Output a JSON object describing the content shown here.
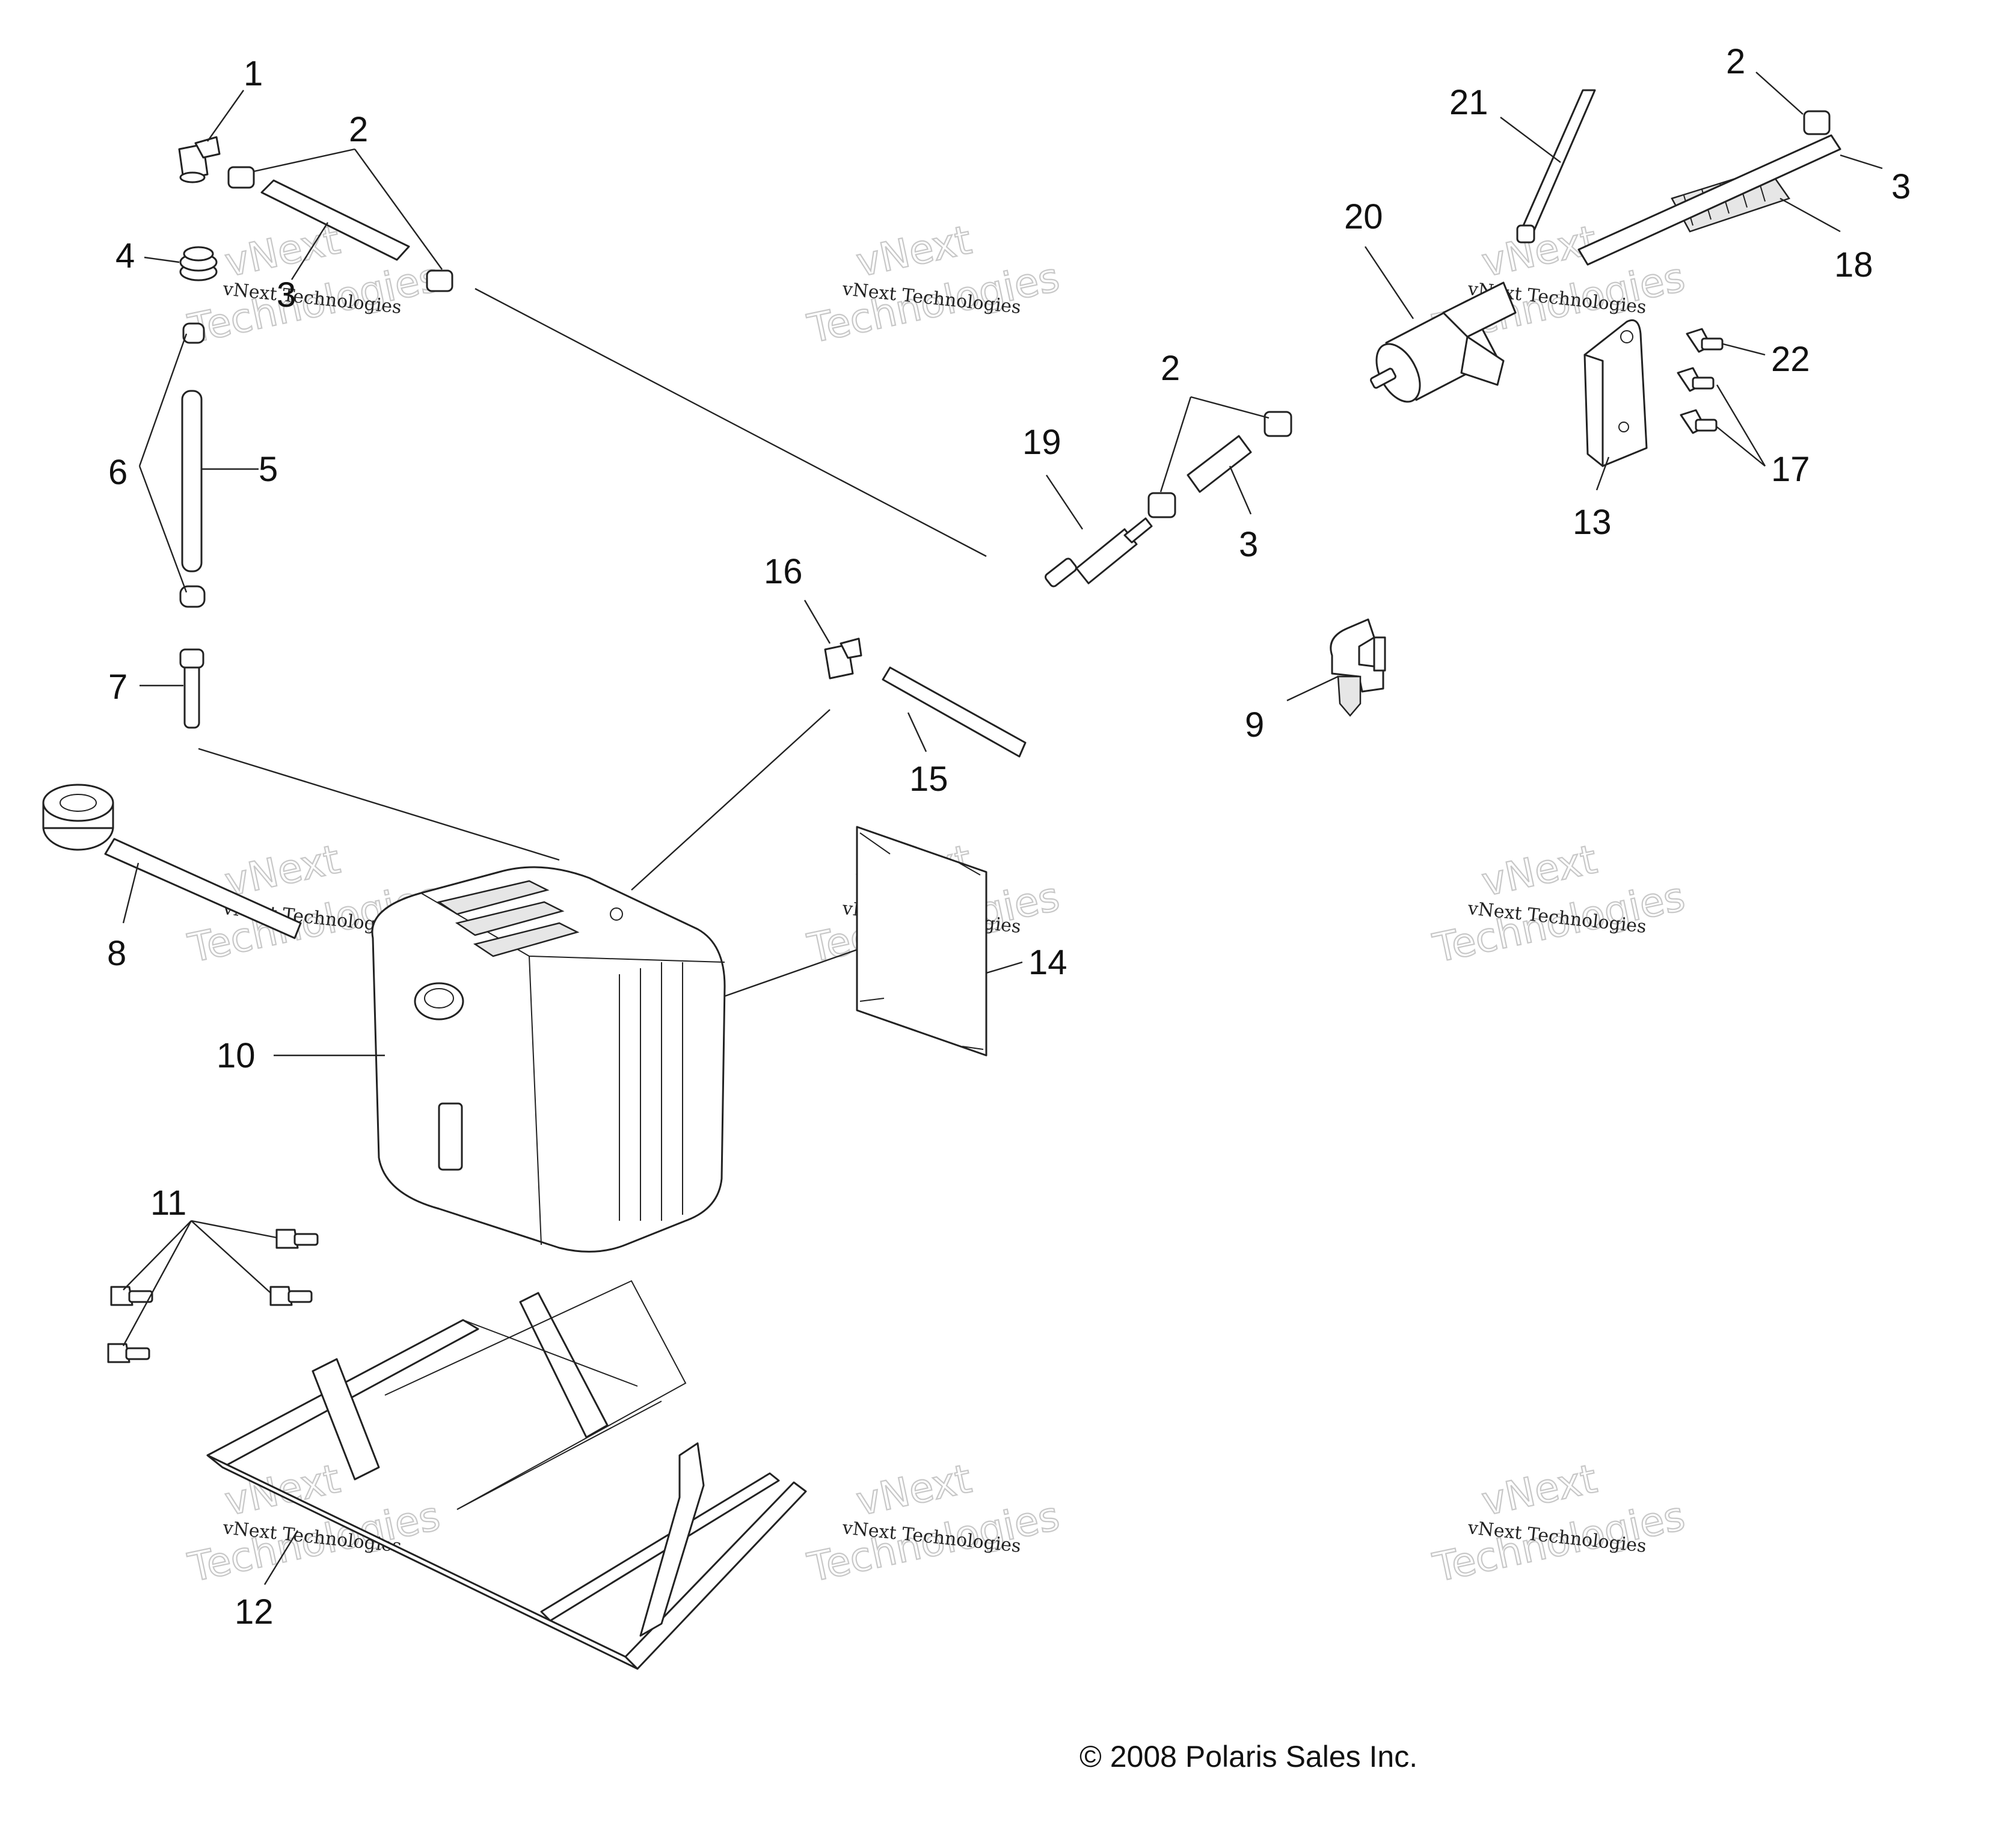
{
  "callouts": {
    "c1": "1",
    "c2a": "2",
    "c2b": "2",
    "c2c": "2",
    "c3a": "3",
    "c3b": "3",
    "c3c": "3",
    "c4": "4",
    "c5": "5",
    "c6": "6",
    "c7": "7",
    "c8": "8",
    "c9": "9",
    "c10": "10",
    "c11": "11",
    "c12": "12",
    "c13": "13",
    "c14": "14",
    "c15": "15",
    "c16": "16",
    "c17": "17",
    "c18": "18",
    "c19": "19",
    "c20": "20",
    "c21": "21",
    "c22": "22"
  },
  "watermark": {
    "line1": "vNext",
    "line2": "Technologies",
    "small": "vNext Technologies"
  },
  "copyright": "© 2008 Polaris Sales Inc."
}
